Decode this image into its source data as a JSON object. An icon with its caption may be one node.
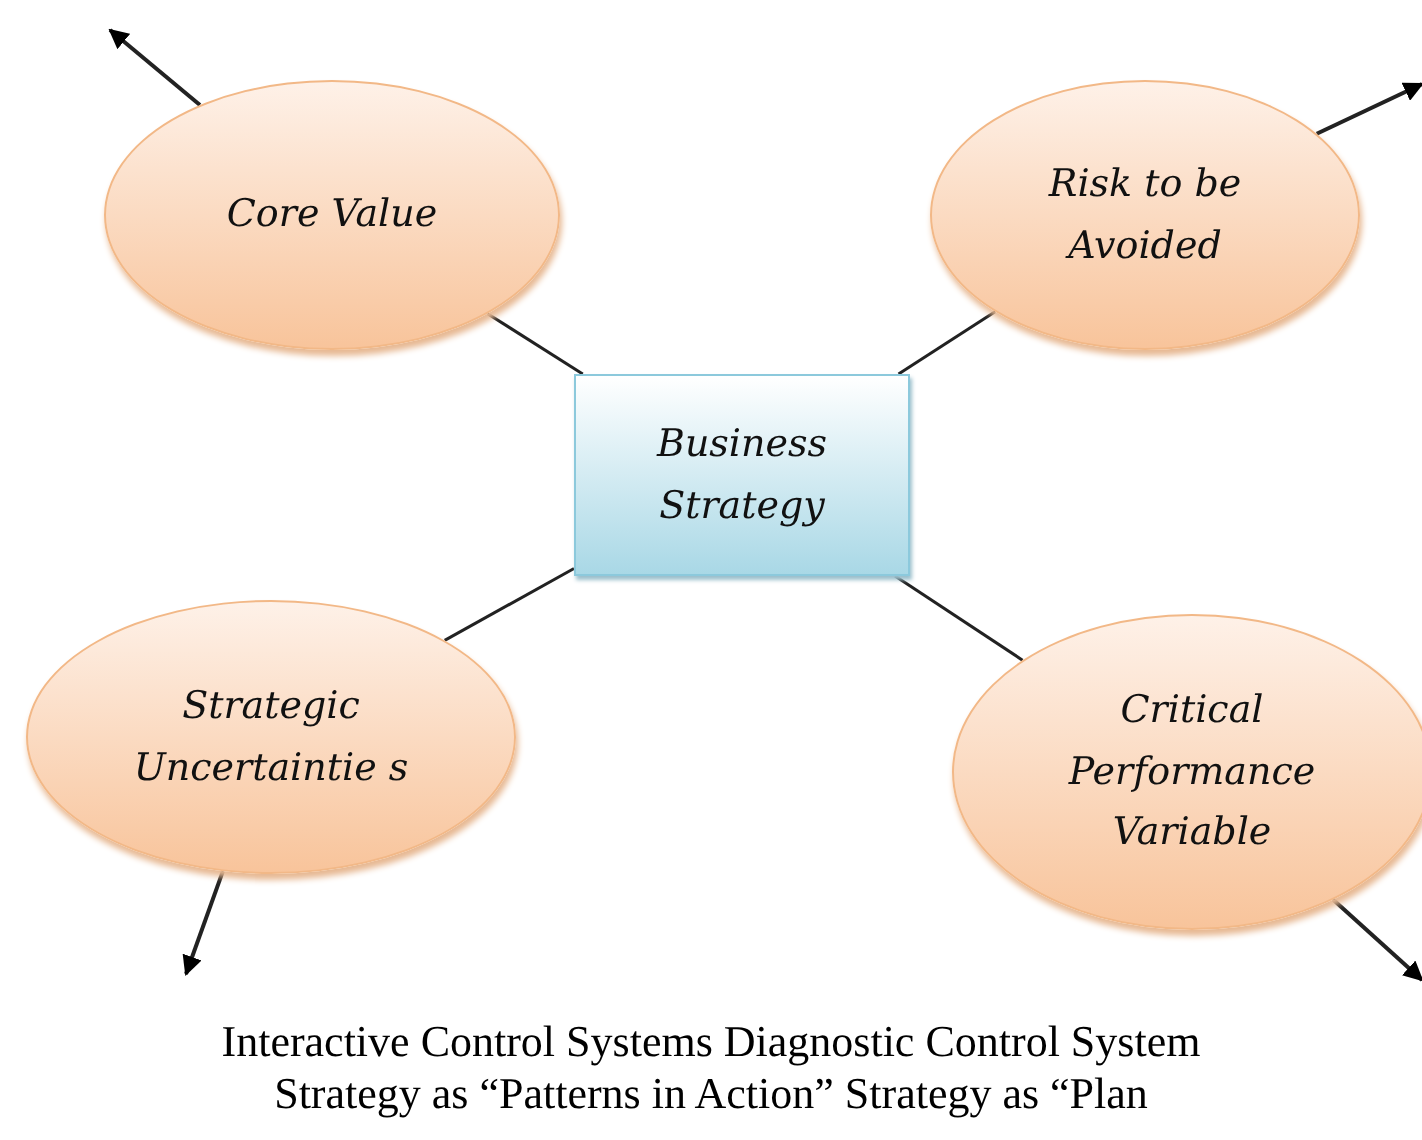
{
  "diagram": {
    "caption": "Interactive Control Systems Diagnostic Control System Strategy as “Patterns in Action” Strategy as “Plan",
    "nodes": [
      {
        "text": [
          "Business Strategy"
        ]
      },
      {
        "text": [
          "Core Value"
        ]
      },
      {
        "text": [
          "Risk to be Avoided"
        ]
      },
      {
        "text": [
          "Strategic Uncertaintie s"
        ]
      },
      {
        "text": [
          "Critical Performance Variable"
        ]
      }
    ],
    "edges": [
      {
        "from": 0,
        "to": 1,
        "arrow": "none"
      },
      {
        "from": 0,
        "to": 2,
        "arrow": "none"
      },
      {
        "from": 0,
        "to": 3,
        "arrow": "none"
      },
      {
        "from": 0,
        "to": 4,
        "arrow": "none"
      },
      {
        "from": 1,
        "to": null,
        "arrow": "to"
      },
      {
        "from": 2,
        "to": null,
        "arrow": "to"
      },
      {
        "from": 3,
        "to": null,
        "arrow": "to"
      },
      {
        "from": 4,
        "to": null,
        "arrow": "to"
      }
    ]
  }
}
